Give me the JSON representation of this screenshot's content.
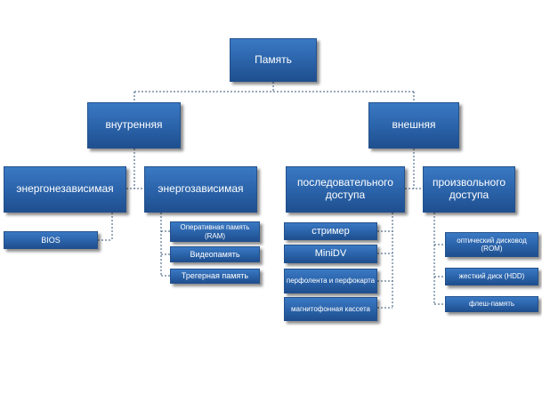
{
  "diagram": {
    "root": "Память",
    "internal": "внутренняя",
    "external": "внешняя",
    "nonvolatile": "энергонезависимая",
    "volatile": "энергозависимая",
    "bios": "BIOS",
    "ram": "Оперативная память (RAM)",
    "video": "Видеопамять",
    "trigger": "Трегерная память",
    "sequential": "последовательного доступа",
    "random": "произвольного доступа",
    "streamer": "стример",
    "minidv": "MiniDV",
    "punch": "перфолента и перфокарта",
    "tape": "магнитофонная кассета",
    "optical": "оптический дисковод (ROM)",
    "hdd": "жесткий диск (HDD)",
    "flash": "флеш-память"
  },
  "colors": {
    "box": "#2a62a8",
    "connector": "#33557a"
  }
}
